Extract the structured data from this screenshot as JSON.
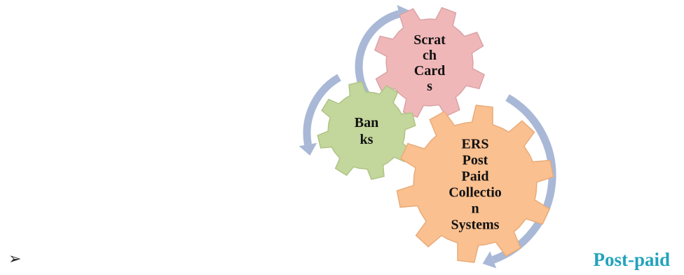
{
  "diagram": {
    "gears": [
      {
        "id": "scratch-cards",
        "label_lines": [
          "Scrat",
          "ch",
          "Card",
          "s"
        ],
        "fill": "#f0b7b9",
        "stroke": "#d9a3a6"
      },
      {
        "id": "banks",
        "label_lines": [
          "Ban",
          "ks"
        ],
        "fill": "#c3d69b",
        "stroke": "#b0c486"
      },
      {
        "id": "ers-post-paid",
        "label_lines": [
          "ERS",
          "Post",
          "Paid",
          "Collectio",
          "n",
          "Systems"
        ],
        "fill": "#fac090",
        "stroke": "#e9ab79"
      }
    ],
    "arrow_color": "#a9b8d6"
  },
  "footer": {
    "bullet_symbol": "➢",
    "heading": "Post-paid",
    "heading_color": "#23a3bd"
  }
}
